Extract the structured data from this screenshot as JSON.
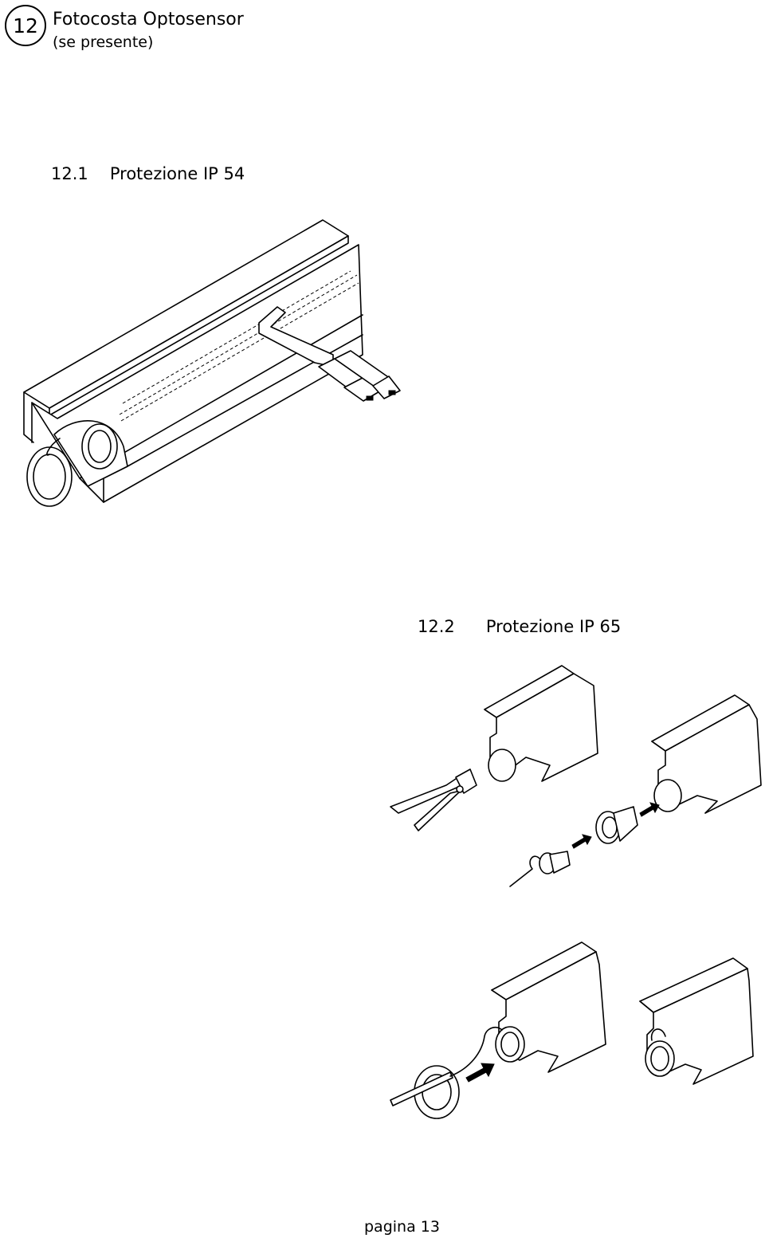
{
  "chapter": {
    "number": "12",
    "title": "Fotocosta Optosensor",
    "subtitle": "(se presente)"
  },
  "sections": [
    {
      "number": "12.1",
      "title": "Protezione IP 54"
    },
    {
      "number": "12.2",
      "title": "Protezione IP 65"
    }
  ],
  "footer": {
    "page_label": "pagina 13"
  },
  "illustrations": {
    "ip54": [
      "profile-rail",
      "cable-loop",
      "connector-plugs",
      "sensor-lens"
    ],
    "ip65_step1": [
      "pliers-icon",
      "profile-rail",
      "sensor-lens",
      "seal-ring",
      "arrow-icon"
    ],
    "ip65_step2": [
      "cable-tie",
      "profile-rail",
      "arrow-icon"
    ]
  }
}
